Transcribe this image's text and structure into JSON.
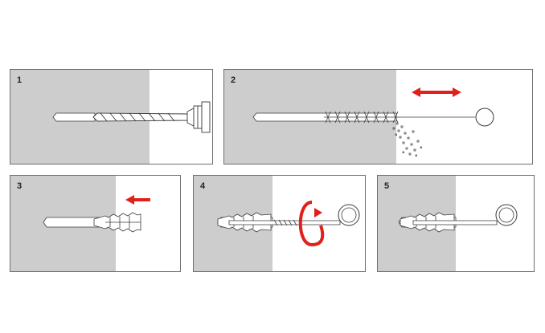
{
  "steps": [
    {
      "number": "1"
    },
    {
      "number": "2"
    },
    {
      "number": "3"
    },
    {
      "number": "4"
    },
    {
      "number": "5"
    }
  ],
  "colors": {
    "wall": "#cdcdcd",
    "outline": "#6f6f6f",
    "arrow": "#e0201a",
    "line": "#3a3a3a"
  },
  "icons": {
    "step1": [
      "drill-bit-icon",
      "drill-chuck-icon"
    ],
    "step2": [
      "cleaning-brush-icon",
      "dust-particles-icon",
      "back-and-forth-arrow-icon"
    ],
    "step3": [
      "wall-plug-icon",
      "push-arrow-icon"
    ],
    "step4": [
      "wall-plug-icon",
      "eye-screw-icon",
      "rotate-arrow-icon"
    ],
    "step5": [
      "wall-plug-icon",
      "eye-screw-icon"
    ]
  }
}
